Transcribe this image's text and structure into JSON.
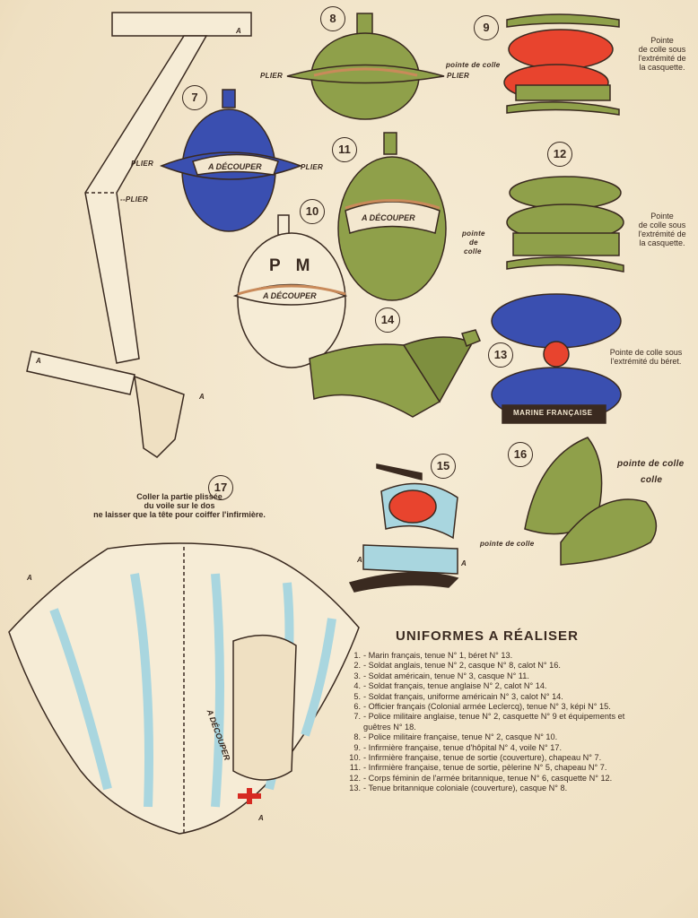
{
  "labels": {
    "plier": "PLIER",
    "plier_dash": "--PLIER",
    "a_decouper": "A DÉCOUPER",
    "pointe_de_colle": "pointe de colle",
    "pointe_de_colle_short": "pointe de colle",
    "colle": "colle",
    "pointe_de": "pointe",
    "de": "de",
    "colle_word": "colle",
    "a": "A",
    "pm": "P M",
    "marine": "MARINE FRANÇAISE",
    "decouper_vertical": "A DÉCOUPER"
  },
  "numbers": {
    "n7": "7",
    "n8": "8",
    "n9": "9",
    "n10": "10",
    "n11": "11",
    "n12": "12",
    "n13": "13",
    "n14": "14",
    "n15": "15",
    "n16": "16",
    "n17": "17"
  },
  "notes": {
    "note9": "Pointe\nde colle sous\nl'extrémité de\nla casquette.",
    "note12": "Pointe\nde colle sous\nl'extrémité de\nla casquette.",
    "note13": "Pointe de colle sous\nl'extrémité du béret.",
    "note16a": "pointe de colle",
    "note16b": "colle",
    "note17": "Coller la partie plissée\ndu voile sur le dos\nne laisser que la tête pour coiffer l'infirmière."
  },
  "list": {
    "title": "UNIFORMES A RÉALISER",
    "items": [
      {
        "n": "1.",
        "t": "- Marin français, tenue N° 1, béret N° 13."
      },
      {
        "n": "2.",
        "t": "- Soldat anglais, tenue N° 2, casque N° 8, calot N° 16."
      },
      {
        "n": "3.",
        "t": "- Soldat américain, tenue N° 3, casque N° 11."
      },
      {
        "n": "4.",
        "t": "- Soldat français, tenue anglaise N° 2, calot N° 14."
      },
      {
        "n": "5.",
        "t": "- Soldat français, uniforme américain N° 3, calot N° 14."
      },
      {
        "n": "6.",
        "t": "- Officier français (Colonial armée Leclercq), tenue N° 3, képi N° 15."
      },
      {
        "n": "7.",
        "t": "- Police militaire anglaise, tenue N° 2, casquette N° 9 et équipements et guêtres N° 18."
      },
      {
        "n": "8.",
        "t": "- Police militaire française, tenue N° 2, casque N° 10."
      },
      {
        "n": "9.",
        "t": "- Infirmière française, tenue d'hôpital N° 4, voile N° 17."
      },
      {
        "n": "10.",
        "t": "- Infirmière française, tenue de sortie (couverture), chapeau N° 7."
      },
      {
        "n": "11.",
        "t": "- Infirmière française, tenue de sortie, pèlerine N° 5, chapeau N° 7."
      },
      {
        "n": "12.",
        "t": "- Corps féminin de l'armée britannique, tenue N° 6, casquette N° 12."
      },
      {
        "n": "13.",
        "t": "- Tenue britannique coloniale (couverture), casque N° 8."
      }
    ]
  },
  "colors": {
    "paper": "#f3e7cf",
    "olive": "#8fa04a",
    "blue": "#3a4fb0",
    "red": "#e8442e",
    "ink": "#3a2a20",
    "skyblue": "#a9d6df"
  }
}
